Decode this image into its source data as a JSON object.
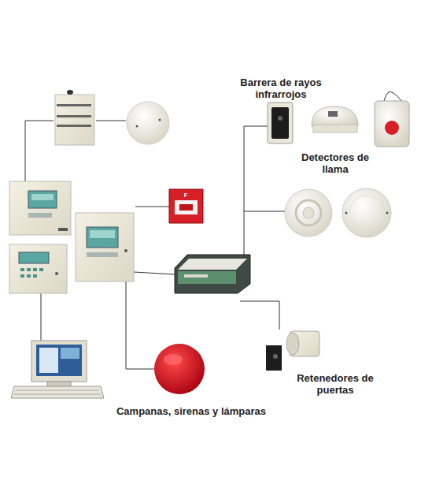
{
  "diagram": {
    "labels": [
      "Barrera de rayos infrarrojos",
      "Detectores de llama",
      "Retenedores de puertas",
      "Campanas, sirenas y lámparas",
      "F"
    ]
  }
}
